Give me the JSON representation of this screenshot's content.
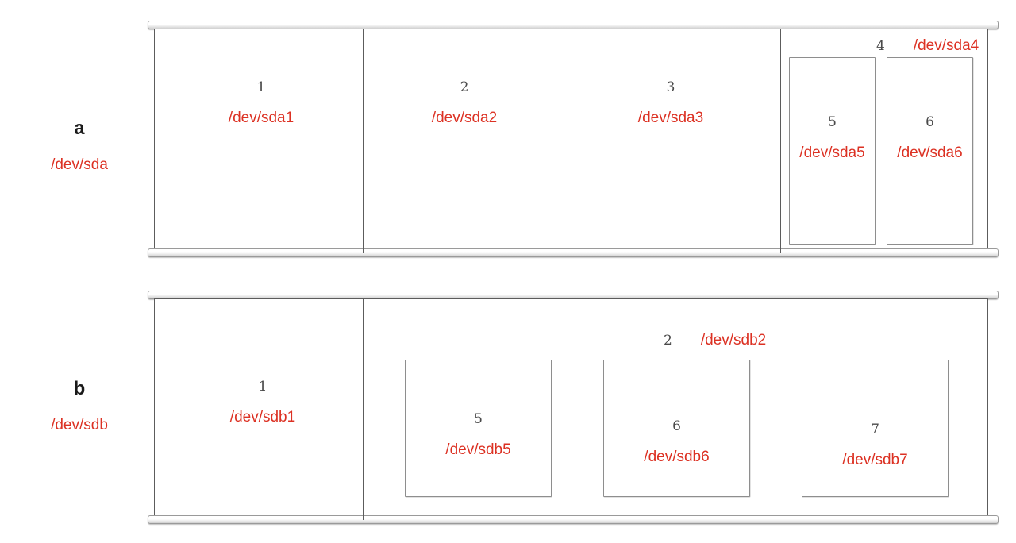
{
  "figure": {
    "kind": "disk-partition-diagram",
    "accent_red": "#DC3123",
    "outline_gray": "#5c5c5c",
    "inner_outline_gray": "#8e8e8e"
  },
  "disks": [
    {
      "letter": "a",
      "device": "/dev/sda",
      "partitions": [
        {
          "number": "1",
          "device": "/dev/sda1",
          "type": "primary"
        },
        {
          "number": "2",
          "device": "/dev/sda2",
          "type": "primary"
        },
        {
          "number": "3",
          "device": "/dev/sda3",
          "type": "primary"
        },
        {
          "number": "4",
          "device": "/dev/sda4",
          "type": "extended"
        }
      ],
      "logical_partitions": [
        {
          "number": "5",
          "device": "/dev/sda5"
        },
        {
          "number": "6",
          "device": "/dev/sda6"
        }
      ]
    },
    {
      "letter": "b",
      "device": "/dev/sdb",
      "partitions": [
        {
          "number": "1",
          "device": "/dev/sdb1",
          "type": "primary"
        },
        {
          "number": "2",
          "device": "/dev/sdb2",
          "type": "extended"
        }
      ],
      "logical_partitions": [
        {
          "number": "5",
          "device": "/dev/sdb5"
        },
        {
          "number": "6",
          "device": "/dev/sdb6"
        },
        {
          "number": "7",
          "device": "/dev/sdb7"
        }
      ]
    }
  ]
}
